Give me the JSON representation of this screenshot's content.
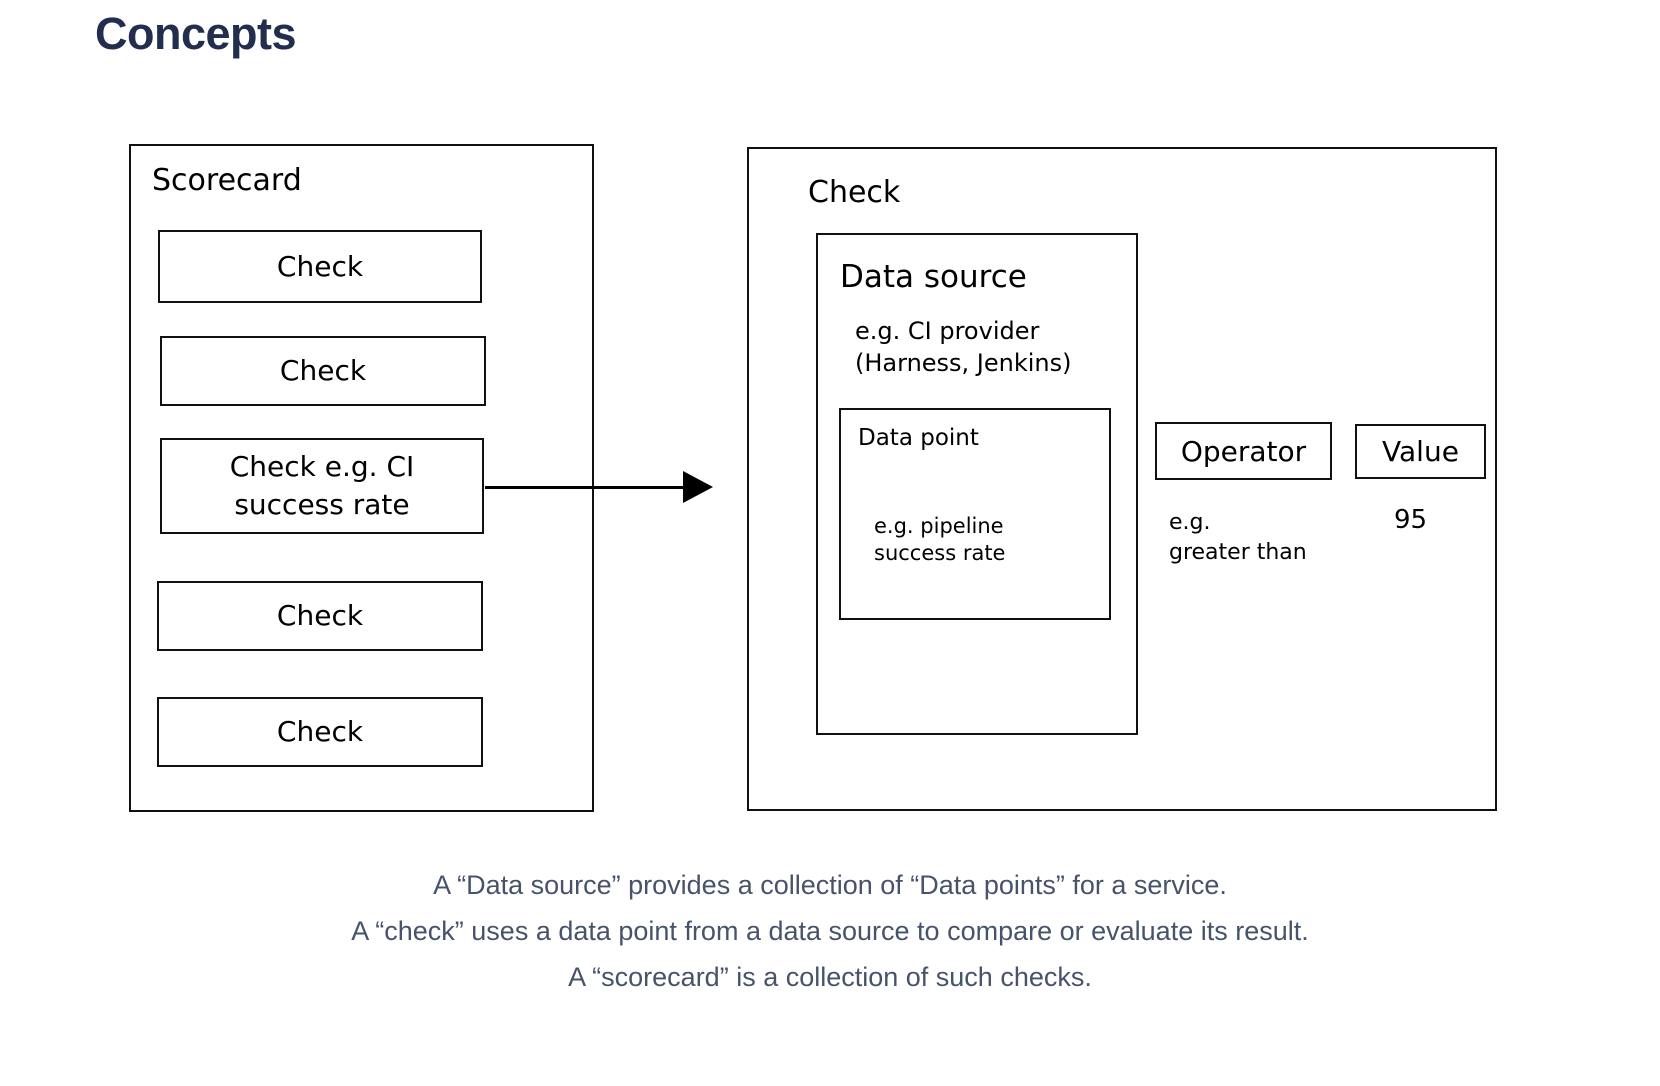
{
  "page": {
    "title": "Concepts",
    "title_color": "#232e4f",
    "background": "#ffffff"
  },
  "diagram": {
    "type": "concept-diagram",
    "stroke_color": "#111111",
    "scorecard": {
      "label": "Scorecard",
      "checks": [
        {
          "label": "Check"
        },
        {
          "label": "Check"
        },
        {
          "label": "Check e.g. CI\nsuccess rate",
          "highlighted": true
        },
        {
          "label": "Check"
        },
        {
          "label": "Check"
        }
      ]
    },
    "arrow": {
      "name": "arrow-scorecard-to-check",
      "direction": "right",
      "from": "check-e-g-ci-success-rate",
      "to": "check-detail-box"
    },
    "check_detail": {
      "label": "Check",
      "data_source": {
        "label": "Data source",
        "example": "e.g. CI provider\n(Harness, Jenkins)",
        "data_point": {
          "label": "Data point",
          "example": "e.g. pipeline\nsuccess rate"
        }
      },
      "operator": {
        "label": "Operator",
        "example": "e.g.\ngreater than"
      },
      "value": {
        "label": "Value",
        "example": "95"
      }
    }
  },
  "caption": {
    "color": "#47536b",
    "lines": [
      "A “Data source” provides a collection of “Data points” for a service.",
      "A “check” uses a data point from a data source to compare or evaluate its result.",
      "A “scorecard” is a collection of such checks."
    ]
  }
}
